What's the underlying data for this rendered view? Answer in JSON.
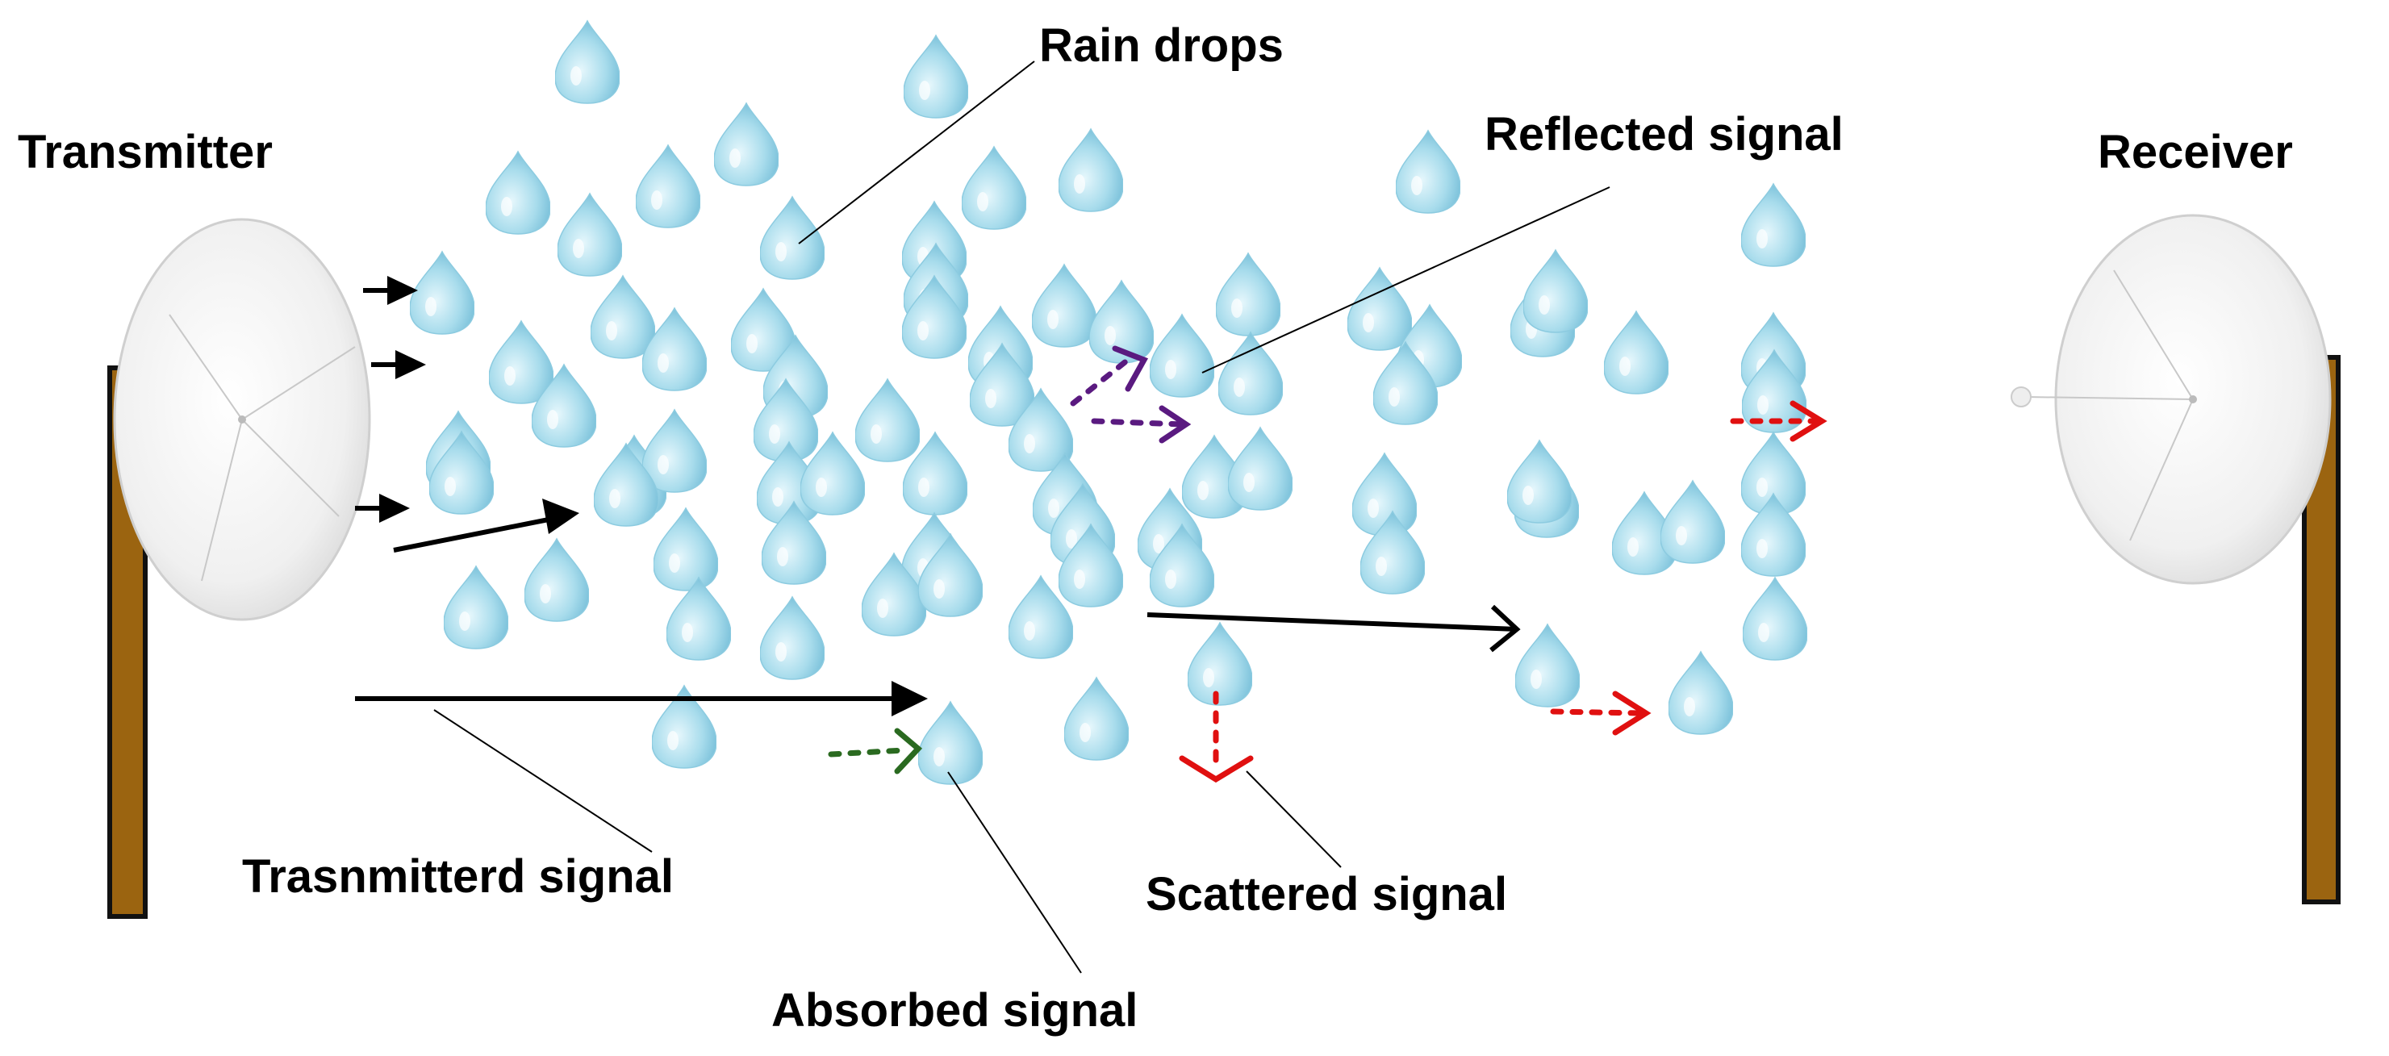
{
  "labels": {
    "transmitter": "Transmitter",
    "receiver": "Receiver",
    "rain_drops": "Rain drops",
    "reflected": "Reflected signal",
    "transmitted": "Trasnmitterd signal",
    "scattered": "Scattered signal",
    "absorbed": "Absorbed signal"
  },
  "colors": {
    "pole": "#9b6410",
    "drop": "#a8dcec",
    "drop_dark": "#6cb8d4",
    "transmitted_arrow": "#000000",
    "reflected_arrow": "#5a1a80",
    "scattered_arrow": "#e01010",
    "absorbed_arrow": "#2a6a20"
  },
  "icons": {
    "transmitter": "satellite-dish-icon",
    "receiver": "satellite-dish-icon",
    "drop": "raindrop-icon"
  }
}
